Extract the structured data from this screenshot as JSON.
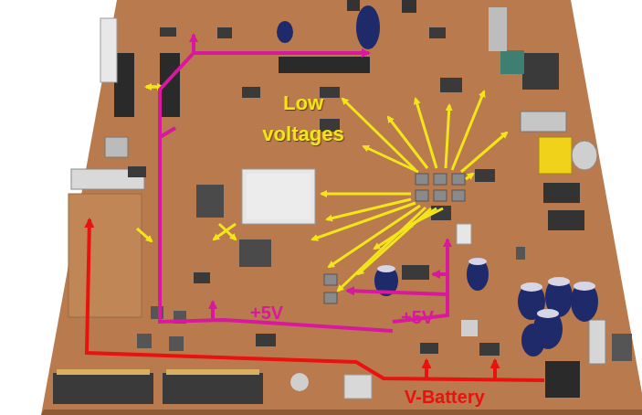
{
  "diagram": {
    "labels": [
      "Low voltages",
      "+5V",
      "+5V",
      "V-Battery"
    ]
  }
}
